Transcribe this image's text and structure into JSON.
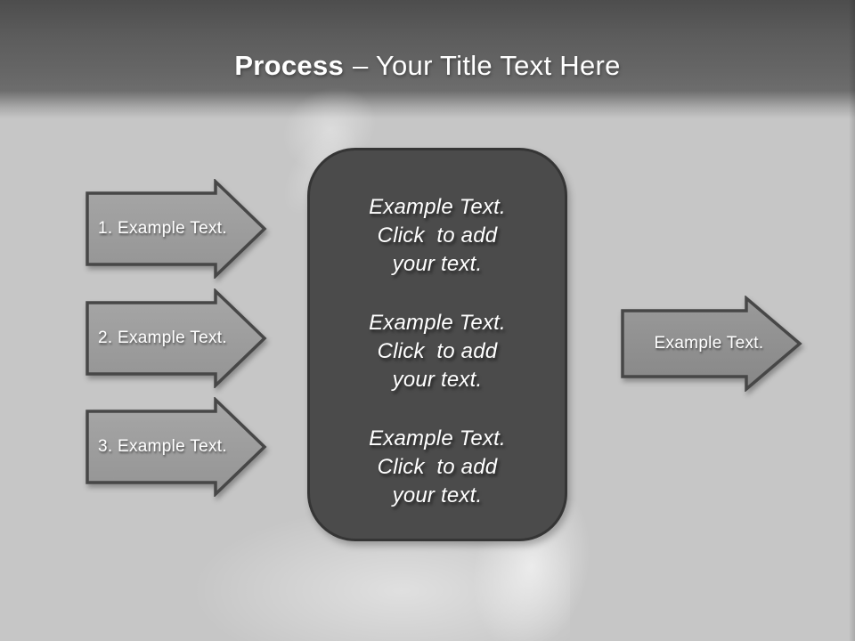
{
  "slide": {
    "title": {
      "bold": "Process",
      "rest": "– Your Title Text Here"
    },
    "left_arrows": [
      {
        "label": "1. Example Text."
      },
      {
        "label": "2. Example Text."
      },
      {
        "label": "3. Example Text."
      }
    ],
    "center_box": {
      "paragraphs": [
        {
          "lines": [
            "Example Text.",
            "Click  to add",
            "your text."
          ]
        },
        {
          "lines": [
            "Example Text.",
            "Click  to add",
            "your text."
          ]
        },
        {
          "lines": [
            "Example Text.",
            "Click  to add",
            "your text."
          ]
        }
      ]
    },
    "right_arrow": {
      "label": "Example Text."
    },
    "colors": {
      "header_dark": "#4d4d4d",
      "header_light": "#6e6e6e",
      "background": "#c6c6c6",
      "box_fill": "#4b4b4b",
      "box_border": "#353535",
      "arrow_fill_left": "#9d9d9d",
      "arrow_fill_right": "#8f8f8f",
      "arrow_border": "#474747",
      "text_color": "#ffffff"
    }
  }
}
